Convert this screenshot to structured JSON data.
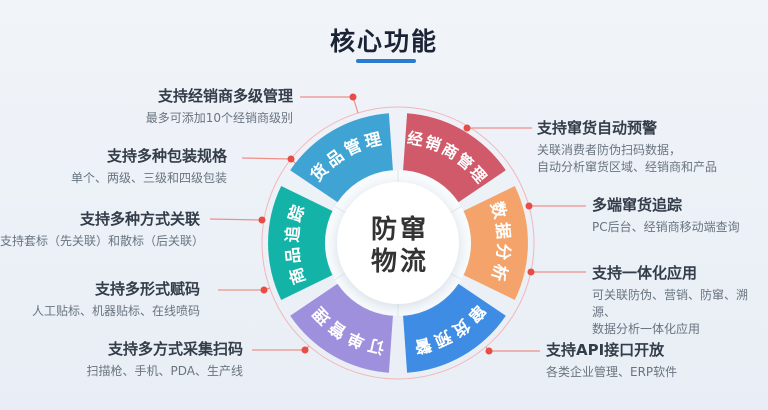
{
  "title": "核心功能",
  "center": {
    "line1": "防窜",
    "line2": "物流"
  },
  "ring": {
    "segments": [
      {
        "label": "经销商管理",
        "color": "#d05a69"
      },
      {
        "label": "数据分析",
        "color": "#f4a46b"
      },
      {
        "label": "窜货预警",
        "color": "#3e8ce4"
      },
      {
        "label": "订单管理",
        "color": "#9e90dc"
      },
      {
        "label": "商品追踪",
        "color": "#14b3a8"
      },
      {
        "label": "货品管理",
        "color": "#3fa3d4"
      }
    ]
  },
  "left_callouts": [
    {
      "title": "支持经销商多级管理",
      "desc": "最多可添加10个经销商级别"
    },
    {
      "title": "支持多种包装规格",
      "desc": "单个、两级、三级和四级包装"
    },
    {
      "title": "支持多种方式关联",
      "desc": "支持套标（先关联）和散标（后关联）"
    },
    {
      "title": "支持多形式赋码",
      "desc": "人工贴标、机器贴标、在线喷码"
    },
    {
      "title": "支持多方式采集扫码",
      "desc": "扫描枪、手机、PDA、生产线"
    }
  ],
  "right_callouts": [
    {
      "title": "支持窜货自动预警",
      "desc": "关联消费者防伪扫码数据，\n自动分析窜货区域、经销商和产品"
    },
    {
      "title": "多端窜货追踪",
      "desc": "PC后台、经销商移动端查询"
    },
    {
      "title": "支持一体化应用",
      "desc": "可关联防伪、营销、防窜、溯源、\n数据分析一体化应用"
    },
    {
      "title": "支持API接口开放",
      "desc": "各类企业管理、ERP软件"
    }
  ],
  "colors": {
    "underline": "#2b7cd0",
    "connector": "#ef8f88",
    "dot": "#e74c45",
    "outline_circle": "#f2b6ba",
    "center_text": "#333333"
  }
}
